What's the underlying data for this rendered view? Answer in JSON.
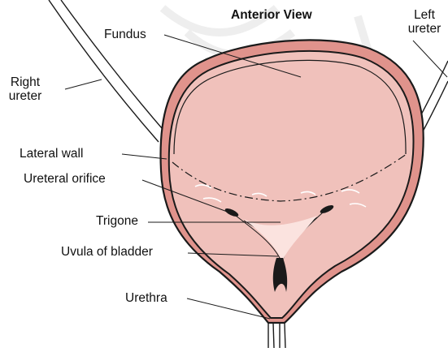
{
  "title": "Anterior View",
  "labels": {
    "fundus": "Fundus",
    "left_ureter_line1": "Left",
    "left_ureter_line2": "ureter",
    "right_ureter_line1": "Right",
    "right_ureter_line2": "ureter",
    "lateral_wall": "Lateral wall",
    "ureteral_orifice": "Ureteral orifice",
    "trigone": "Trigone",
    "uvula": "Uvula of bladder",
    "urethra": "Urethra"
  },
  "colors": {
    "mucosa": "#f0c1bb",
    "muscle_wall": "#e0938c",
    "outline": "#1a1a1a",
    "watermark": "#eeeeee"
  }
}
